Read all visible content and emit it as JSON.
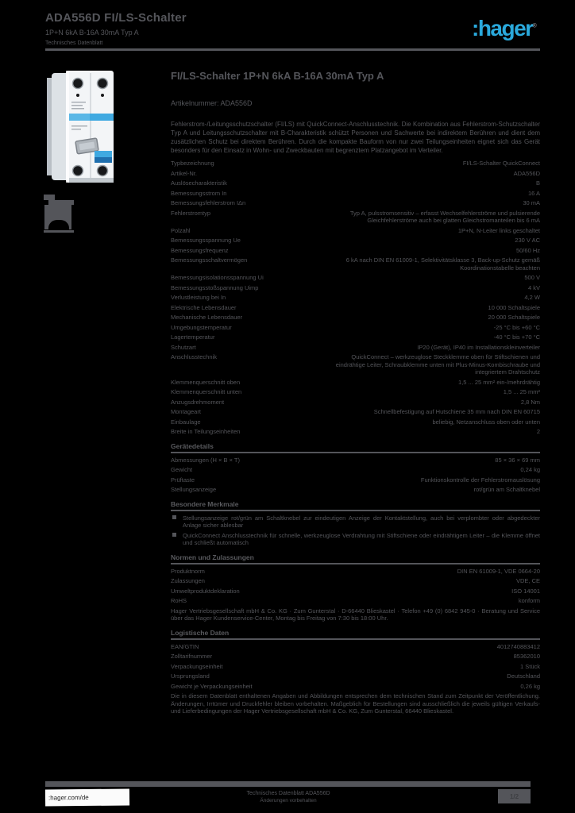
{
  "colors": {
    "text_gray": "#54555A",
    "brand_blue": "#2AA9DC",
    "page_bg": "#000000",
    "footer_box_bg": "#FBFBFB"
  },
  "header": {
    "product_ref": "ADA556D FI/LS-Schalter",
    "product_sub": "1P+N 6kA B-16A 30mA Typ A",
    "doc_type": "Technisches Datenblatt",
    "logo_text": ":hager",
    "logo_mark": "®"
  },
  "main": {
    "title": "FI/LS-Schalter 1P+N 6kA B-16A 30mA Typ A",
    "subtitle": "Artikelnummer: ADA556D",
    "intro": "Fehlerstrom-/Leitungsschutzschalter (FI/LS) mit QuickConnect-Anschlusstechnik. Die Kombination aus Fehlerstrom-Schutzschalter Typ A und Leitungsschutzschalter mit B-Charakteristik schützt Personen und Sachwerte bei indirektem Berühren und dient dem zusätzlichen Schutz bei direktem Berühren. Durch die kompakte Bauform von nur zwei Teilungseinheiten eignet sich das Gerät besonders für den Einsatz in Wohn- und Zweckbauten mit begrenztem Platzangebot im Verteiler.",
    "table": {
      "sections": [
        {
          "rows": [
            {
              "label": "Typbezeichnung",
              "value": "FI/LS-Schalter QuickConnect"
            },
            {
              "label": "Artikel-Nr.",
              "value": "ADA556D"
            },
            {
              "label": "Auslösecharakteristik",
              "value": "B"
            },
            {
              "label": "Bemessungsstrom In",
              "value": "16 A"
            },
            {
              "label": "Bemessungsfehlerstrom IΔn",
              "value": "30 mA"
            },
            {
              "label": "Fehlerstromtyp",
              "value": "Typ A, pulsstromsensitiv – erfasst Wechselfehlerströme und pulsierende Gleichfehlerströme auch bei glatten Gleichstromanteilen bis 6 mA"
            },
            {
              "label": "Polzahl",
              "value": "1P+N, N-Leiter links geschaltet"
            },
            {
              "label": "Bemessungsspannung Ue",
              "value": "230 V AC"
            },
            {
              "label": "Bemessungsfrequenz",
              "value": "50/60 Hz"
            },
            {
              "label": "Bemessungsschaltvermögen",
              "value": "6 kA nach DIN EN 61009-1, Selektivitätsklasse 3, Back-up-Schutz gemäß Koordinationstabelle beachten"
            }
          ]
        },
        {
          "rows": [
            {
              "label": "Bemessungsisolationsspannung Ui",
              "value": "500 V"
            },
            {
              "label": "Bemessungsstoßspannung Uimp",
              "value": "4 kV"
            },
            {
              "label": "Verlustleistung bei In",
              "value": "4,2 W"
            },
            {
              "label": "Elektrische Lebensdauer",
              "value": "10 000 Schaltspiele"
            },
            {
              "label": "Mechanische Lebensdauer",
              "value": "20 000 Schaltspiele"
            },
            {
              "label": "Umgebungstemperatur",
              "value": "-25 °C bis +60 °C"
            },
            {
              "label": "Lagertemperatur",
              "value": "-40 °C bis +70 °C"
            },
            {
              "label": "Schutzart",
              "value": "IP20 (Gerät), IP40 im Installationskleinverteiler"
            }
          ]
        },
        {
          "rows": [
            {
              "label": "Anschlusstechnik",
              "value": "QuickConnect – werkzeuglose Steckklemme oben für Stiftschienen und eindrähtige Leiter, Schraubklemme unten mit Plus-Minus-Kombischraube und integriertem Drahtschutz"
            },
            {
              "label": "Klemmenquerschnitt oben",
              "value": "1,5 ... 25 mm² ein-/mehrdrähtig"
            },
            {
              "label": "Klemmenquerschnitt unten",
              "value": "1,5 ... 25 mm²"
            },
            {
              "label": "Anzugsdrehmoment",
              "value": "2,8 Nm"
            },
            {
              "label": "Montageart",
              "value": "Schnellbefestigung auf Hutschiene 35 mm nach DIN EN 60715"
            },
            {
              "label": "Einbaulage",
              "value": "beliebig, Netzanschluss oben oder unten"
            },
            {
              "label": "Breite in Teilungseinheiten",
              "value": "2"
            }
          ]
        },
        {
          "title": "Gerätedetails",
          "rows": [
            {
              "label": "Abmessungen (H × B × T)",
              "value": "85 × 36 × 69 mm"
            },
            {
              "label": "Gewicht",
              "value": "0,24 kg"
            },
            {
              "label": "Prüftaste",
              "value": "Funktionskontrolle der Fehlerstromauslösung"
            },
            {
              "label": "Stellungsanzeige",
              "value": "rot/grün am Schaltknebel"
            }
          ]
        },
        {
          "title": "Besondere Merkmale",
          "bullets": [
            "Stellungsanzeige rot/grün am Schaltknebel zur eindeutigen Anzeige der Kontaktstellung, auch bei verplombter oder abgedeckter Anlage sicher ablesbar",
            "QuickConnect Anschlusstechnik für schnelle, werkzeuglose Verdrahtung mit Stiftschiene oder eindrähtigem Leiter – die Klemme öffnet und schließt automatisch"
          ]
        },
        {
          "title": "Normen und Zulassungen",
          "rows": [
            {
              "label": "Produktnorm",
              "value": "DIN EN 61009-1, VDE 0664-20"
            },
            {
              "label": "Zulassungen",
              "value": "VDE, CE"
            },
            {
              "label": "Umweltproduktdeklaration",
              "value": "ISO 14001"
            },
            {
              "label": "RoHS",
              "value": "konform"
            }
          ],
          "para": "Hager Vertriebsgesellschaft mbH & Co. KG · Zum Gunterstal · D-66440 Blieskastel · Telefon +49 (0) 6842 945-0 · Beratung und Service über das Hager Kundenservice-Center, Montag bis Freitag von 7:30 bis 18:00 Uhr."
        },
        {
          "title": "Logistische Daten",
          "rows": [
            {
              "label": "EAN/GTIN",
              "value": "4012740883412"
            },
            {
              "label": "Zolltarifnummer",
              "value": "85362010"
            },
            {
              "label": "Verpackungseinheit",
              "value": "1 Stück"
            },
            {
              "label": "Ursprungsland",
              "value": "Deutschland"
            },
            {
              "label": "Gewicht je Verpackungseinheit",
              "value": "0,26 kg"
            }
          ]
        },
        {
          "para": "Die in diesem Datenblatt enthaltenen Angaben und Abbildungen entsprechen dem technischen Stand zum Zeitpunkt der Veröffentlichung. Änderungen, Irrtümer und Druckfehler bleiben vorbehalten. Maßgeblich für Bestellungen sind ausschließlich die jeweils gültigen Verkaufs- und Lieferbedingungen der Hager Vertriebsgesellschaft mbH & Co. KG, Zum Gunterstal, 66440 Blieskastel."
        }
      ]
    }
  },
  "footer": {
    "site": ":hager.com/de",
    "center_line1": "Technisches Datenblatt ADA556D",
    "center_line2": "Änderungen vorbehalten",
    "page": "1/2"
  }
}
